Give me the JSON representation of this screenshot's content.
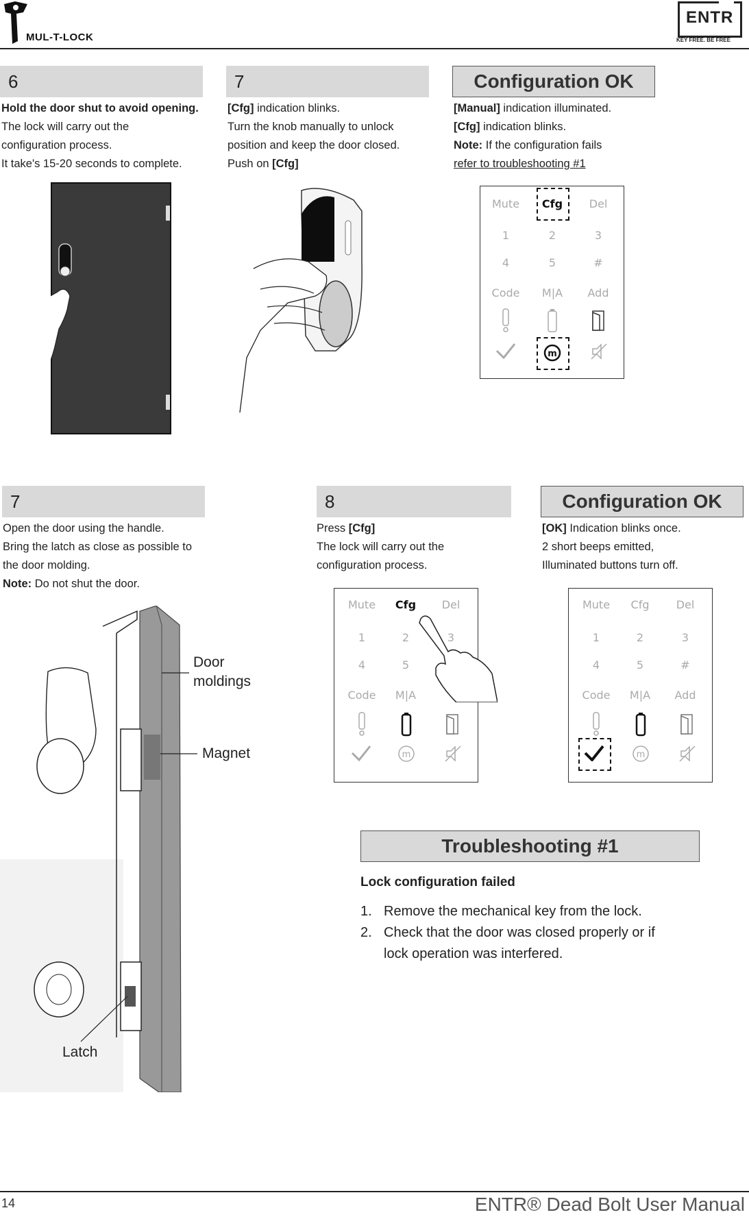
{
  "header": {
    "brand": "MUL-T-LOCK",
    "entr_logo": "ENTR",
    "entr_tagline": "KEY FREE. BE FREE"
  },
  "top": {
    "step6": {
      "number": "6",
      "lines": [
        "Hold the door shut to avoid opening.",
        "The lock will carry out the",
        "configuration process.",
        "It take's 15-20 seconds to complete."
      ]
    },
    "step7": {
      "number": "7",
      "line1_bold": "[Cfg]",
      "line1_rest": " indication blinks.",
      "line2": "Turn the knob manually to unlock",
      "line3": "position and keep the door closed.",
      "line4_pre": "Push on ",
      "line4_bold": "[Cfg]"
    },
    "ok": {
      "title": "Configuration OK",
      "line1_bold": "[Manual]",
      "line1_rest": " indication illuminated.",
      "line2_bold": "[Cfg]",
      "line2_rest": " indication blinks.",
      "line3_bold": "Note:",
      "line3_rest": " If the configuration fails",
      "line4_link": "refer to troubleshooting #1"
    }
  },
  "bottom": {
    "step7": {
      "number": "7",
      "line1": "Open the door using the handle.",
      "line2": "Bring the latch as close as possible to",
      "line3": "the door molding.",
      "line4_bold": "Note:",
      "line4_rest": " Do not shut the door."
    },
    "step8": {
      "number": "8",
      "line1_pre": "Press ",
      "line1_bold": "[Cfg]",
      "line2": "The lock will carry out the",
      "line3": "configuration process."
    },
    "ok": {
      "title": "Configuration OK",
      "line1_bold": "[OK]",
      "line1_rest": " Indication blinks once.",
      "line2": "2 short beeps emitted,",
      "line3": "Illuminated buttons turn off."
    },
    "labels": {
      "door_moldings_1": "Door",
      "door_moldings_2": "moldings",
      "magnet": "Magnet",
      "latch": "Latch"
    }
  },
  "keypad": {
    "mute": "Mute",
    "cfg": "Cfg",
    "del": "Del",
    "k1": "1",
    "k2": "2",
    "k3": "3",
    "k4": "4",
    "k5": "5",
    "hash": "#",
    "code": "Code",
    "ma": "M|A",
    "add": "Add"
  },
  "troubleshooting": {
    "title": "Troubleshooting #1",
    "subtitle": "Lock configuration failed",
    "items": [
      {
        "n": "1.",
        "text": "Remove the mechanical key from the lock."
      },
      {
        "n": "2.",
        "text": "Check that the door was closed properly or if"
      },
      {
        "n": "",
        "text": "lock operation was interfered."
      }
    ]
  },
  "footer": {
    "page": "14",
    "title": "ENTR® Dead Bolt User Manual"
  }
}
